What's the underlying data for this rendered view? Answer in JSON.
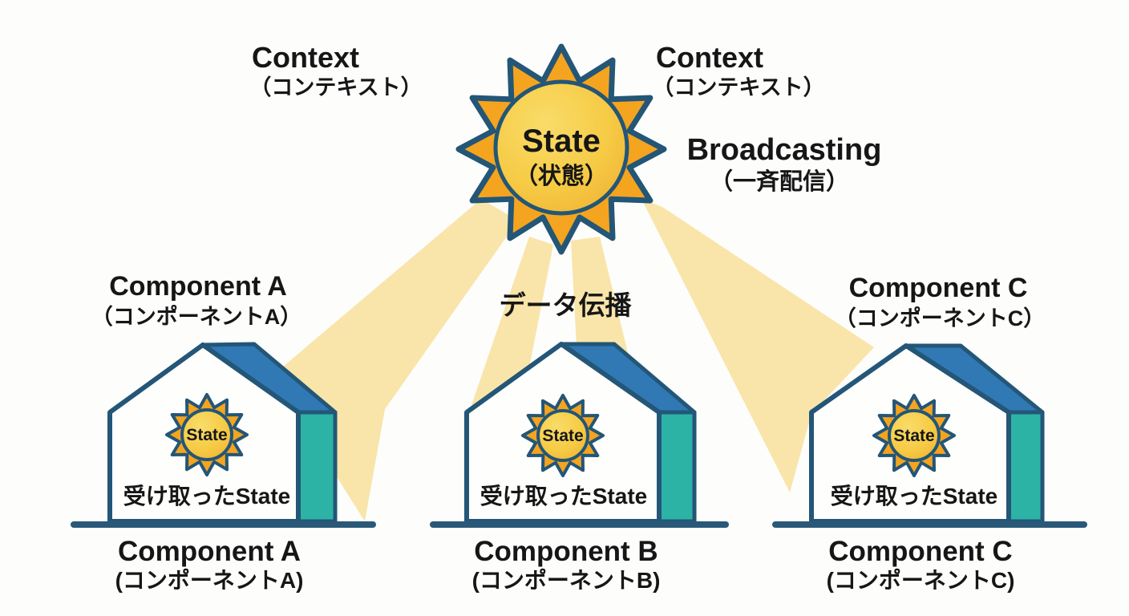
{
  "colors": {
    "background": "#FDFDFC",
    "beam": "#F9E5A9",
    "outline": "#235677",
    "sun_body": "#F5A41F",
    "sun_core": "#F6C843",
    "house_fill": "#FEFEFD",
    "roof_panel": "#3079B5",
    "side_wall": "#2DB3A6",
    "ground": "#2A5878",
    "text": "#161616"
  },
  "sun": {
    "label": "State",
    "sublabel": "（状態）"
  },
  "labels": {
    "context_left": {
      "title": "Context",
      "subtitle": "（コンテキスト）"
    },
    "context_right": {
      "title": "Context",
      "subtitle": "（コンテキスト）"
    },
    "broadcasting": {
      "title": "Broadcasting",
      "subtitle": "（一斉配信）"
    },
    "data_propagation": "データ伝播"
  },
  "houses": [
    {
      "name": "Component A",
      "top_title": "Component A",
      "top_subtitle": "（コンポーネントA）",
      "sun_label": "State",
      "received_state": "受け取ったState",
      "bottom_title": "Component A",
      "bottom_subtitle": "(コンポーネントA)"
    },
    {
      "name": "Component B",
      "sun_label": "State",
      "received_state": "受け取ったState",
      "bottom_title": "Component B",
      "bottom_subtitle": "(コンポーネントB)"
    },
    {
      "name": "Component C",
      "top_title": "Component C",
      "top_subtitle": "（コンポーネントC）",
      "sun_label": "State",
      "received_state": "受け取ったState",
      "bottom_title": "Component C",
      "bottom_subtitle": "(コンポーネントC)"
    }
  ]
}
